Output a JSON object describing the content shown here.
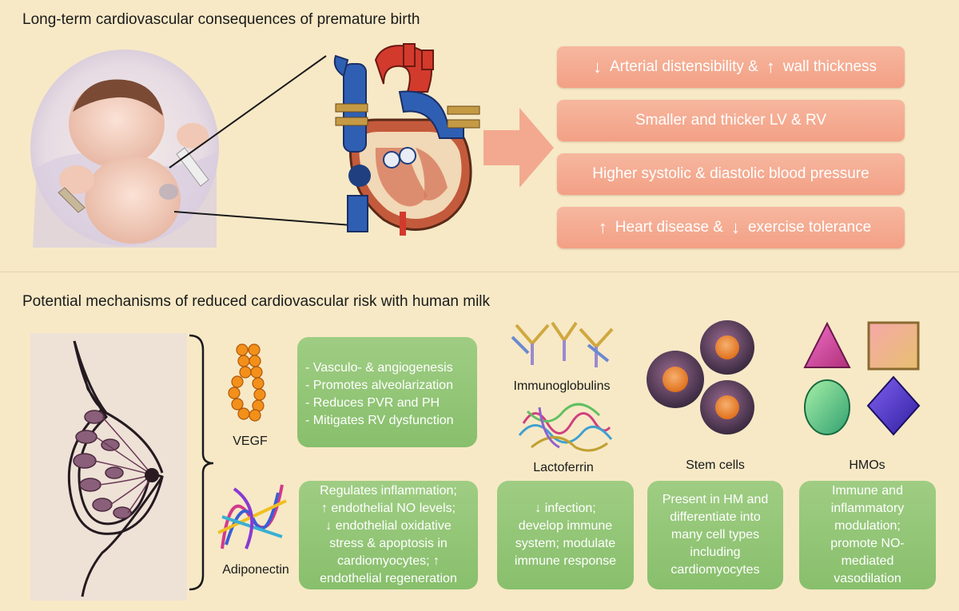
{
  "top": {
    "title": "Long-term cardiovascular consequences of premature birth",
    "outcomes": [
      {
        "pre_arrow": "↓",
        "text1": "Arterial distensibility &",
        "mid_arrow": "↑",
        "text2": "wall thickness"
      },
      {
        "text": "Smaller and thicker LV & RV"
      },
      {
        "text": "Higher systolic & diastolic blood pressure"
      },
      {
        "pre_arrow": "↑",
        "text1": "Heart disease &",
        "mid_arrow": "↓",
        "text2": "exercise tolerance"
      }
    ]
  },
  "bottom": {
    "title": "Potential mechanisms of reduced cardiovascular risk with human milk",
    "vegf": {
      "label": "VEGF",
      "items": [
        "- Vasculo- & angiogenesis",
        "- Promotes alveolarization",
        "- Reduces PVR and PH",
        "- Mitigates RV dysfunction"
      ]
    },
    "adiponectin": {
      "label": "Adiponectin",
      "lines": [
        "Regulates inflammation;",
        "↑ endothelial NO levels;",
        "↓ endothelial oxidative",
        "stress & apoptosis in",
        "cardiomyocytes; ↑",
        "endothelial regeneration"
      ]
    },
    "immuno": {
      "label_top": "Immunoglobulins",
      "label_bottom": "Lactoferrin",
      "lines": [
        "↓ infection;",
        "develop immune",
        "system; modulate",
        "immune response"
      ]
    },
    "stem": {
      "label": "Stem cells",
      "lines": [
        "Present in HM and",
        "differentiate into",
        "many cell types",
        "including",
        "cardiomyocytes"
      ]
    },
    "hmos": {
      "label": "HMOs",
      "lines": [
        "Immune and",
        "inflammatory",
        "modulation;",
        "promote NO-",
        "mediated",
        "vasodilation"
      ]
    }
  },
  "colors": {
    "background": "#f7e9c6",
    "outcome_box": "#f3a085",
    "mechanism_box": "#8fc472",
    "arrow": "#f3a98f"
  }
}
